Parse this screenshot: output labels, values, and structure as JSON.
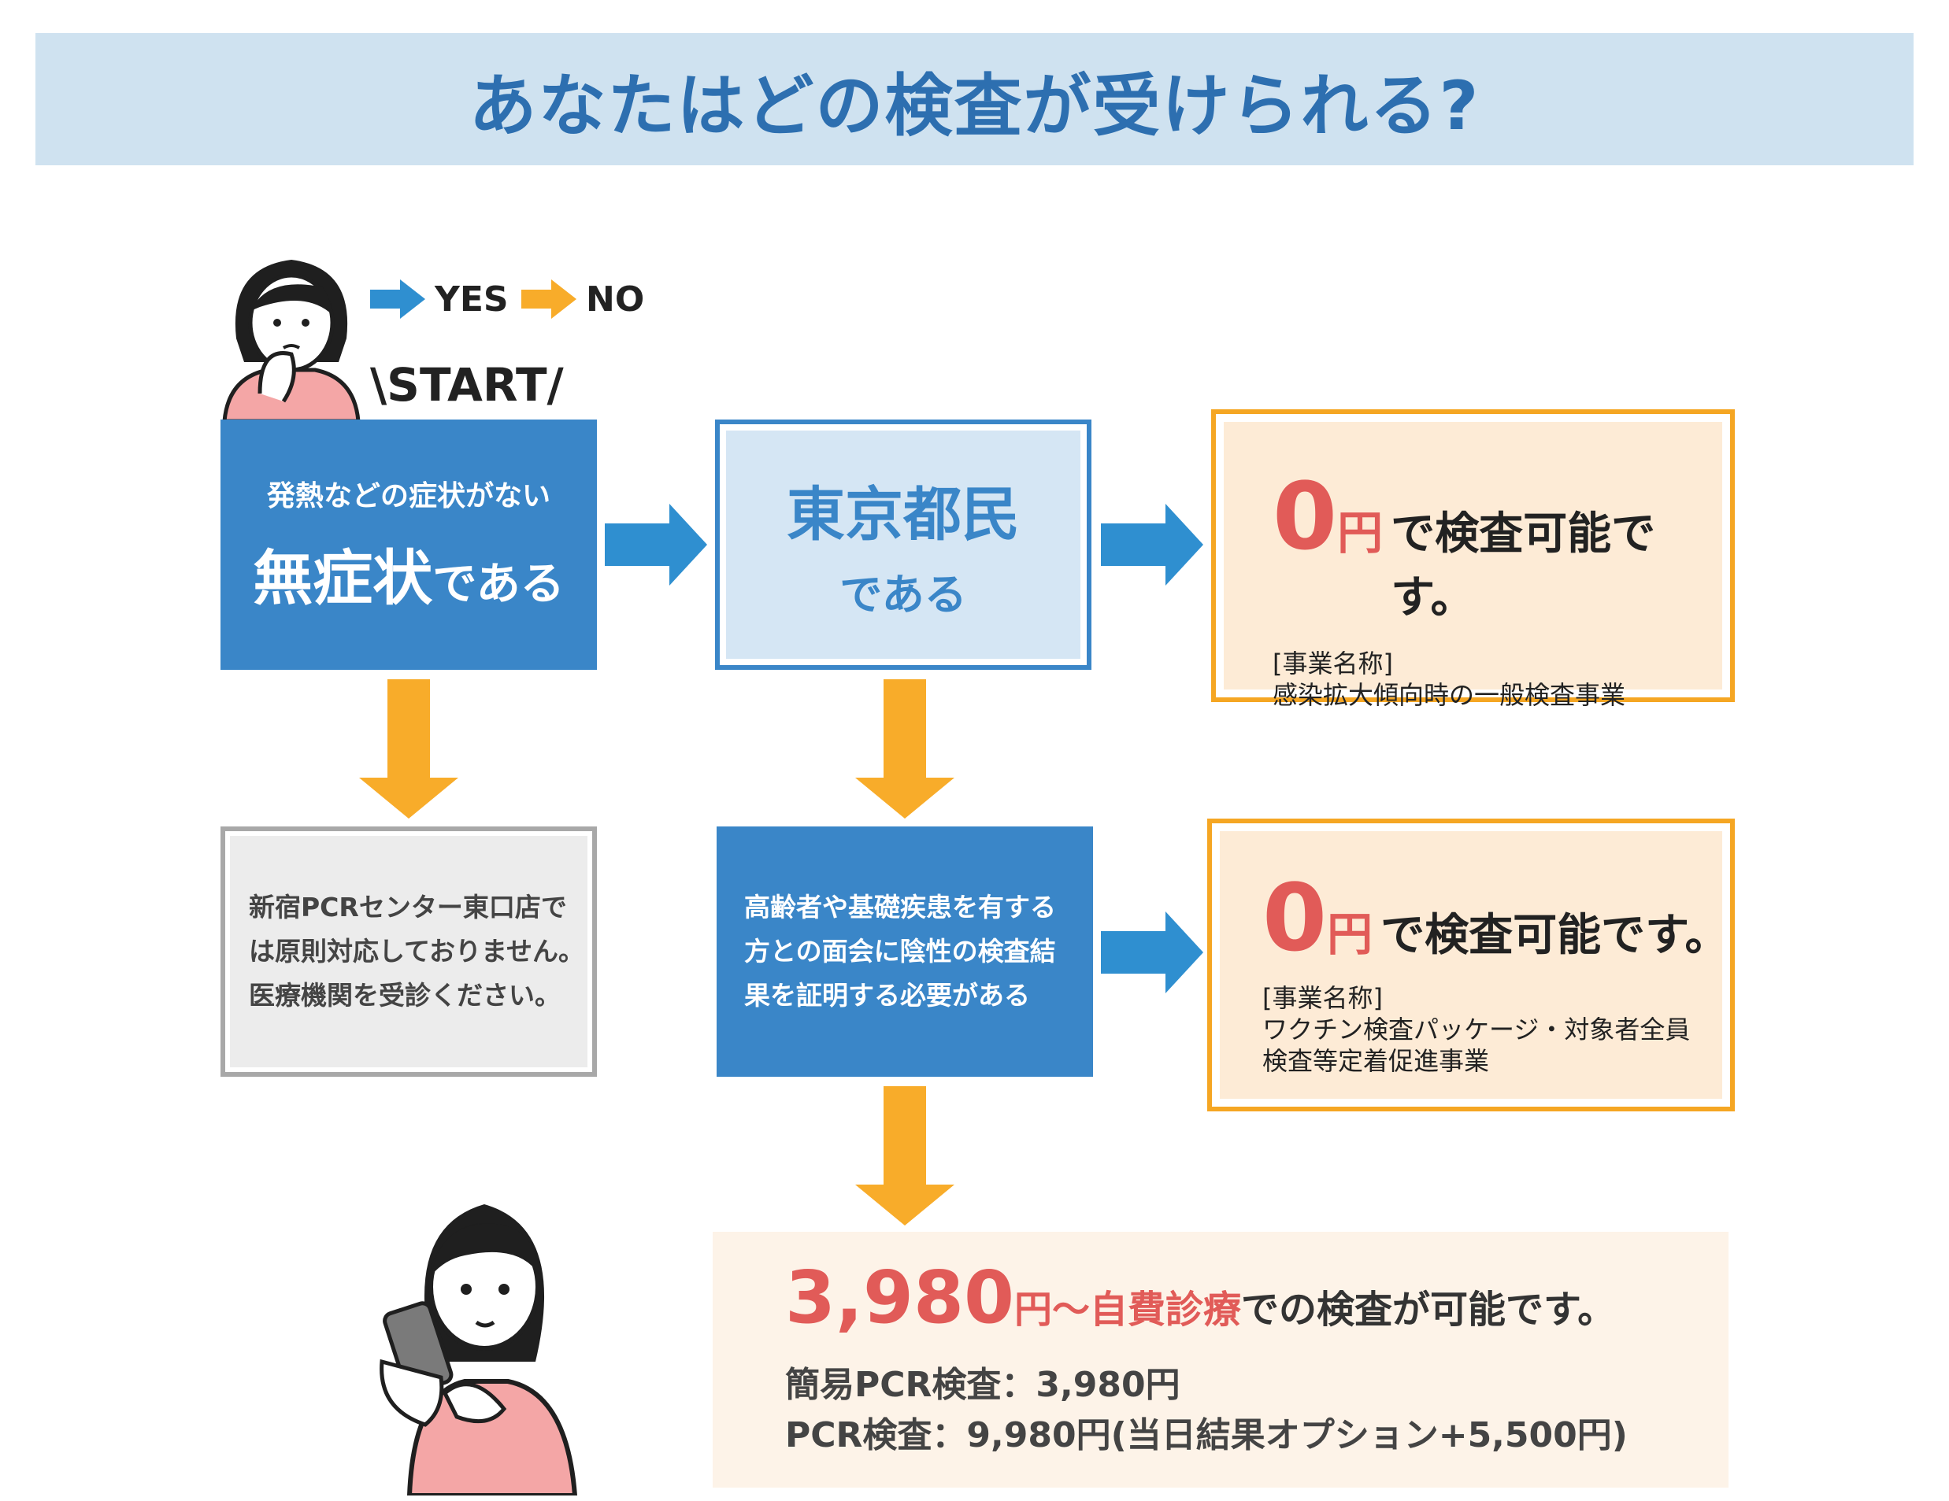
{
  "title": "あなたはどの検査が受けられる?",
  "legend": {
    "yes": "YES",
    "no": "NO"
  },
  "start": "\\START/",
  "colors": {
    "yes_arrow": "#2f8fd0",
    "no_arrow": "#f8ac2a",
    "accent_red": "#e15b58",
    "box_blue": "#3a86c8"
  },
  "box_asymptomatic": {
    "small": "発熱などの症状がない",
    "big": "無症状",
    "tail": "である"
  },
  "box_tokyo": {
    "big": "東京都民",
    "tail": "である"
  },
  "box_clinic": {
    "line1": "新宿PCRセンター東口店で",
    "line2": "は原則対応しておりません。",
    "line3": "医療機関を受診ください。"
  },
  "box_proof": {
    "line1": "高齢者や基礎疾患を有する",
    "line2": "方との面会に陰性の検査結",
    "line3": "果を証明する必要がある"
  },
  "result1": {
    "zero": "0",
    "yen": "円",
    "text": "で検査可能です。",
    "label": "[事業名称]",
    "name1": "感染拡大傾向時の一般検査事業"
  },
  "result2": {
    "zero": "0",
    "yen": "円",
    "text": "で検査可能です。",
    "label": "[事業名称]",
    "name1": "ワクチン検査パッケージ・対象者全員",
    "name2": "検査等定着促進事業"
  },
  "result3": {
    "price": "3,980",
    "yen": "円〜",
    "self_pay": "自費診療",
    "tail": "での検査が可能です。",
    "line1": "簡易PCR検査：3,980円",
    "line2": "PCR検査：9,980円(当日結果オプション+5,500円)"
  }
}
